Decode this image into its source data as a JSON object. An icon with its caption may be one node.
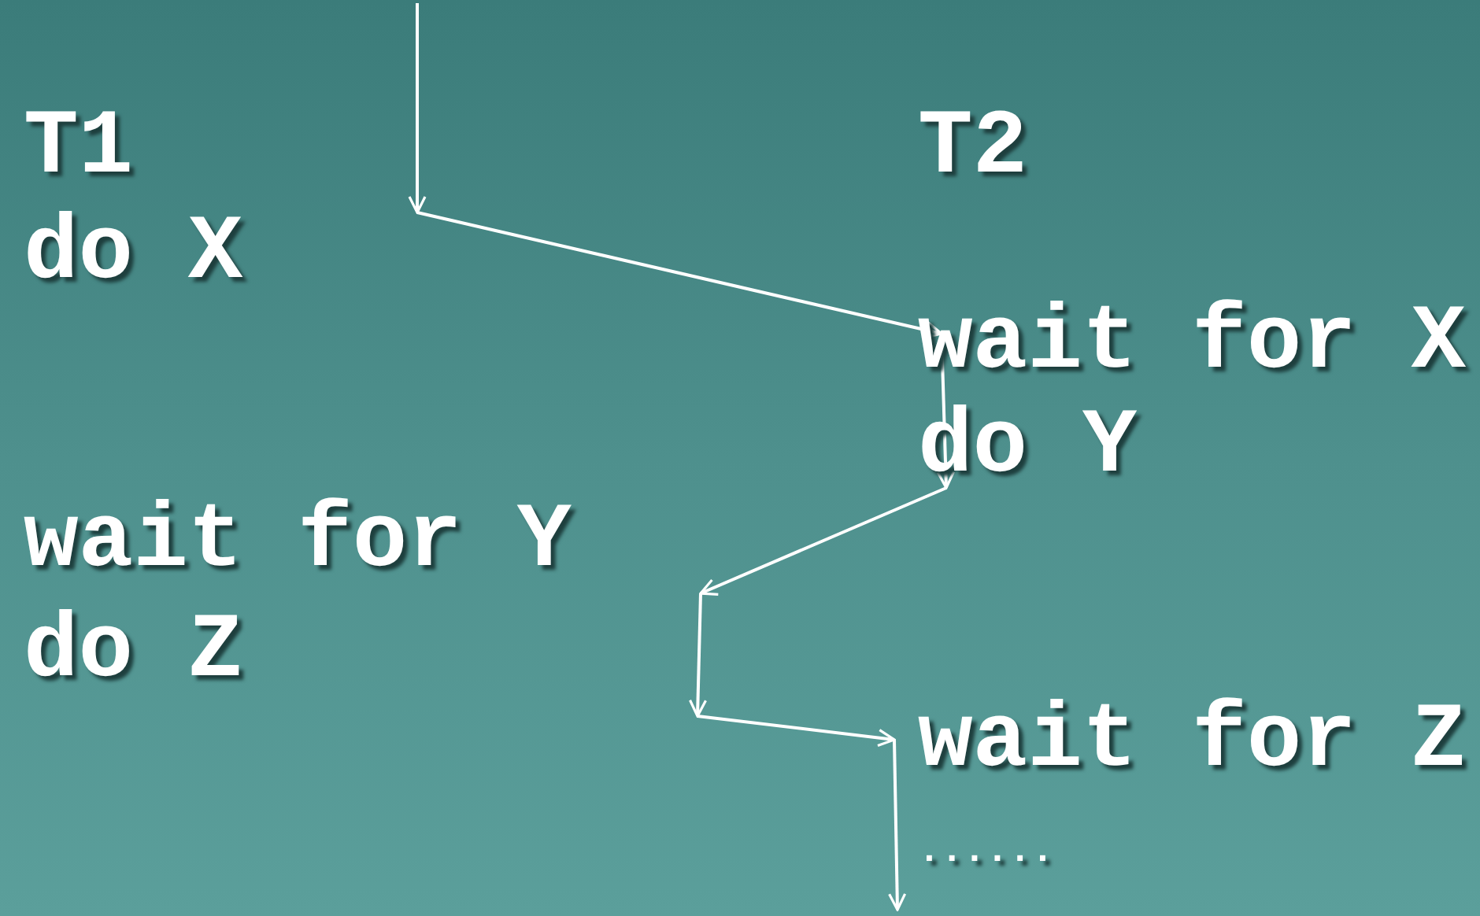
{
  "diagram": {
    "labels": [
      "T1",
      "T2",
      "do X",
      "wait for X",
      "do Y",
      "wait for Y",
      "do Z",
      "wait for Z",
      "......"
    ]
  }
}
